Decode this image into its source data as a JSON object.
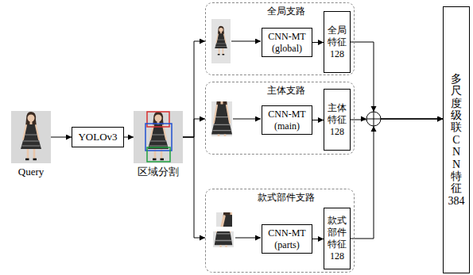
{
  "diagram": {
    "nodes": [
      {
        "text": [
          "Query"
        ]
      },
      {
        "text": [
          "YOLOv3"
        ]
      },
      {
        "text": [
          "区域分割"
        ]
      },
      {
        "text": [
          "全局支路"
        ]
      },
      {
        "text": [
          "CNN-MT (global)"
        ],
        "in": 3
      },
      {
        "text": [
          "全局 特征 128"
        ],
        "in": 3
      },
      {
        "text": [
          "主体支路"
        ]
      },
      {
        "text": [
          "CNN-MT (main)"
        ],
        "in": 6
      },
      {
        "text": [
          "主体 特征 128"
        ],
        "in": 6
      },
      {
        "text": [
          "款式部件支路"
        ]
      },
      {
        "text": [
          "CNN-MT (parts)"
        ],
        "in": 9
      },
      {
        "text": [
          "款式 部件 特征 128"
        ],
        "in": 9
      },
      {
        "text": [
          "多 尺 度 级 联 C N N 特 征 384"
        ]
      }
    ],
    "edges": [
      {
        "from": 0,
        "to": 1,
        "arrow": "to"
      },
      {
        "from": 1,
        "to": 2,
        "arrow": "to"
      },
      {
        "from": 2,
        "to": 3,
        "arrow": "to"
      },
      {
        "from": 2,
        "to": 6,
        "arrow": "to"
      },
      {
        "from": 2,
        "to": 9,
        "arrow": "to"
      },
      {
        "from": 4,
        "to": 5,
        "arrow": "to"
      },
      {
        "from": 7,
        "to": 8,
        "arrow": "to"
      },
      {
        "from": 10,
        "to": 11,
        "arrow": "to"
      },
      {
        "from": 5,
        "to": 12,
        "arrow": "to"
      },
      {
        "from": 8,
        "to": 12,
        "arrow": "to"
      },
      {
        "from": 11,
        "to": 12,
        "arrow": "to"
      }
    ]
  }
}
